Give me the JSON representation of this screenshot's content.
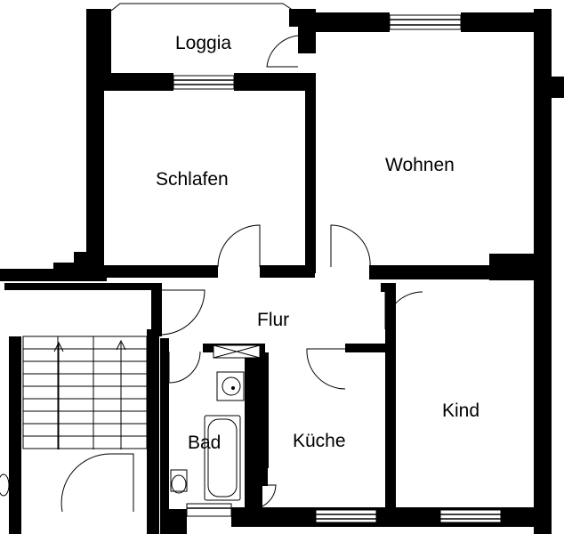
{
  "rooms": {
    "loggia": "Loggia",
    "wohnen": "Wohnen",
    "schlafen": "Schlafen",
    "flur": "Flur",
    "kind": "Kind",
    "bad": "Bad",
    "kueche": "Küche"
  }
}
